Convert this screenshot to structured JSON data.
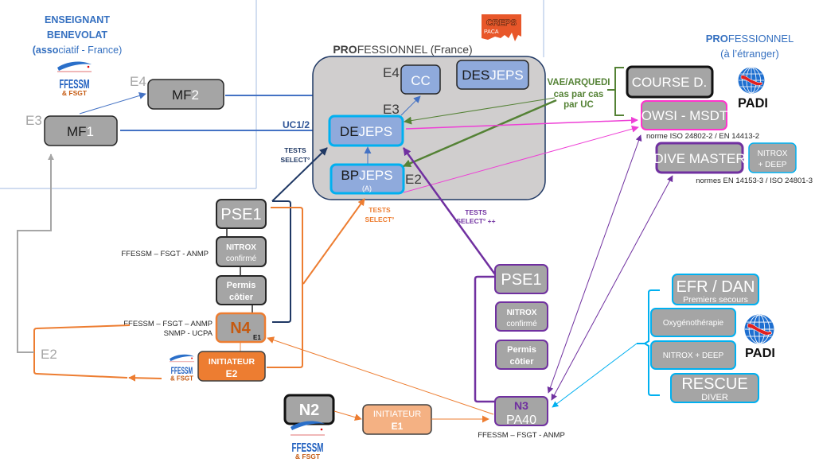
{
  "headers": {
    "volunteer": {
      "line1": "ENSEIGNANT",
      "line2": "BENEVOLAT",
      "line3_bold": "(asso",
      "line3_rest": "ciatif - France)"
    },
    "pro_france": {
      "bold": "PRO",
      "rest": "FESSIONNEL (France)"
    },
    "pro_abroad": {
      "bold": "PRO",
      "rest": "FESSIONNEL",
      "line2": "(à l’étranger)"
    }
  },
  "logos": {
    "ffessm": {
      "name": "FFESSM",
      "partner": "& FSGT"
    },
    "creps": {
      "name": "CREPS",
      "region": "PACA"
    },
    "padi": {
      "name": "PADI"
    }
  },
  "volunteer": {
    "mf1": {
      "prefix": "MF",
      "suffix": "1",
      "level": "E3"
    },
    "mf2": {
      "prefix": "MF",
      "suffix": "2",
      "level": "E4"
    },
    "e2_label": "E2"
  },
  "pro_france": {
    "cc": {
      "label": "CC",
      "level": "E4"
    },
    "desjeps": {
      "prefix": "DES",
      "suffix": "JEPS"
    },
    "dejeps": {
      "prefix": "DE",
      "suffix": "JEPS",
      "level": "E3"
    },
    "bpjeps": {
      "prefix": "BP",
      "suffix": "JEPS",
      "note": "(A)",
      "level": "E2"
    }
  },
  "pro_abroad": {
    "course_d": "COURSE D.",
    "owsi": {
      "label": "OWSI - MSDT",
      "norm": "norme ISO 24802-2 / EN 14413-2"
    },
    "divemaster": {
      "label": "DIVE MASTER",
      "norm": "normes EN 14153-3 / ISO 24801-3"
    },
    "nitrox_deep": {
      "line1": "NITROX",
      "line2": "+ DEEP"
    },
    "efr": {
      "line1": "EFR / DAN",
      "line2": "Premiers secours"
    },
    "oxygen": "Oxygénothérapie",
    "nitrox_deep_2": "NITROX + DEEP",
    "rescue": {
      "line1": "RESCUE",
      "line2": "DIVER"
    }
  },
  "n4_track": {
    "pse1": "PSE1",
    "nitrox": {
      "line1": "NITROX",
      "line2": "confirmé"
    },
    "permis": {
      "line1": "Permis",
      "line2": "côtier"
    },
    "n4": {
      "label": "N4",
      "level": "E1"
    },
    "initiateur_e2": {
      "line1": "INITIATEUR",
      "line2": "E2"
    },
    "orgs_nitrox": "FFESSM – FSGT - ANMP",
    "orgs_n4_line1": "FFESSM – FSGT – ANMP",
    "orgs_n4_line2": "SNMP - UCPA"
  },
  "n3_track": {
    "pse1": "PSE1",
    "nitrox": {
      "line1": "NITROX",
      "line2": "confirmé"
    },
    "permis": {
      "line1": "Permis",
      "line2": "côtier"
    },
    "n3": {
      "line1": "N3",
      "line2": "PA40"
    },
    "orgs": "FFESSM – FSGT - ANMP"
  },
  "entry": {
    "n2": "N2",
    "initiateur_e1": {
      "line1": "INITIATEUR",
      "line2": "E1"
    }
  },
  "connector_labels": {
    "uc": "UC1/2",
    "tests_n4": {
      "line1": "TESTS",
      "line2": "SELECT°"
    },
    "tests_init": {
      "line1": "TESTS",
      "line2": "SELECT°"
    },
    "tests_n3": {
      "line1": "TESTS",
      "line2": "SELECT° ++"
    },
    "vae": {
      "line1": "VAE/ARQUEDI",
      "line2": "cas par cas",
      "line3": "par UC"
    }
  },
  "colors": {
    "volunteer_blue": "#4472c4",
    "pro_box_fill": "#d0cece",
    "pro_box_border": "#1f3864",
    "jeps_fill": "#8faadc",
    "node_gray": "#a5a5a5",
    "dejeps_border": "#00b0f0",
    "owsi_border": "#ff33cc",
    "divemaster_border": "#7030a0",
    "n4_orange": "#ed7d31",
    "initiateur_e1_fill": "#f4b183",
    "vae_green": "#548235",
    "tests_navy": "#1f3864"
  }
}
